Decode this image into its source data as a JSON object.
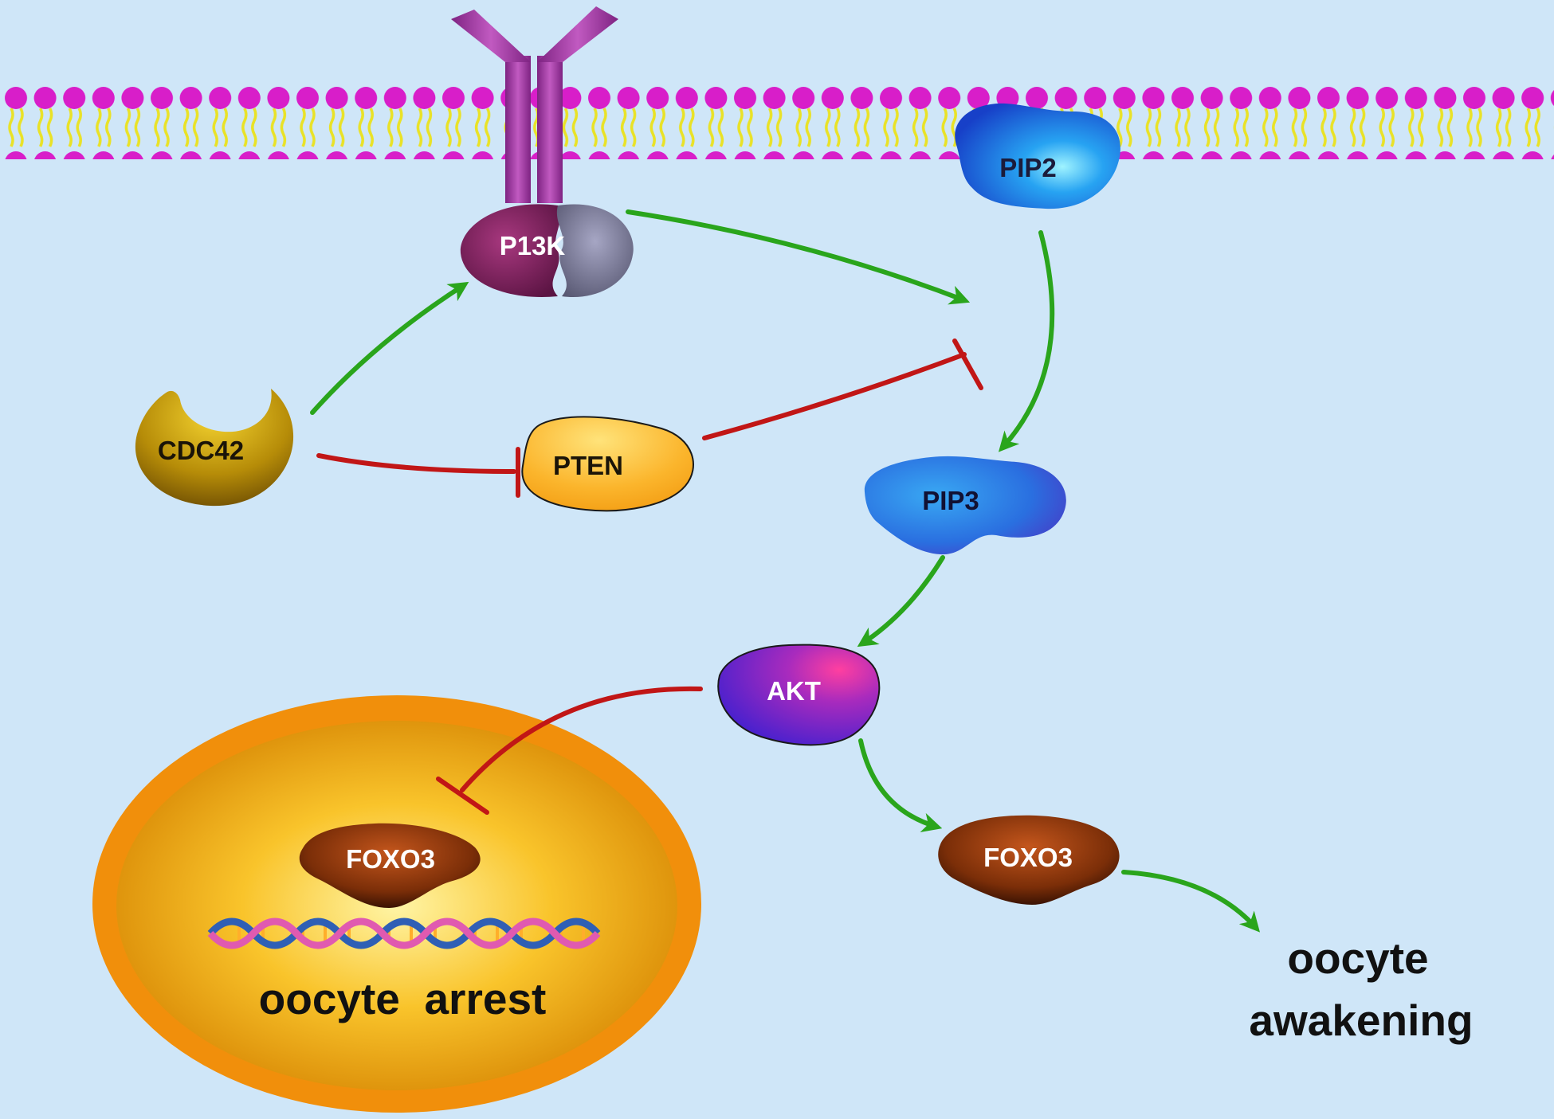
{
  "nodes": {
    "pi3k": "P13K",
    "pip2": "PIP2",
    "cdc42": "CDC42",
    "pten": "PTEN",
    "pip3": "PIP3",
    "akt": "AKT",
    "foxo3_cytoplasm": "FOXO3",
    "foxo3_nucleus": "FOXO3"
  },
  "outcomes": {
    "arrest": "oocyte  arrest",
    "awakening_line1": "oocyte",
    "awakening_line2": "awakening"
  },
  "colors": {
    "background": "#cfe6f8",
    "activation_arrow": "#2aa51c",
    "inhibition_arrow": "#c11616",
    "lipid_head": "#d81ec9",
    "lipid_tail": "#ece72a",
    "receptor": "#a63aa8",
    "pi3k": "#8a2a6b",
    "pip2": "#1f7fe6",
    "pip3": "#2b6fe0",
    "akt": "#6a1fc7",
    "cdc42": "#b48a07",
    "pten": "#f9b02a",
    "foxo3": "#8a3a0c",
    "nucleus": "#f08e0a"
  }
}
